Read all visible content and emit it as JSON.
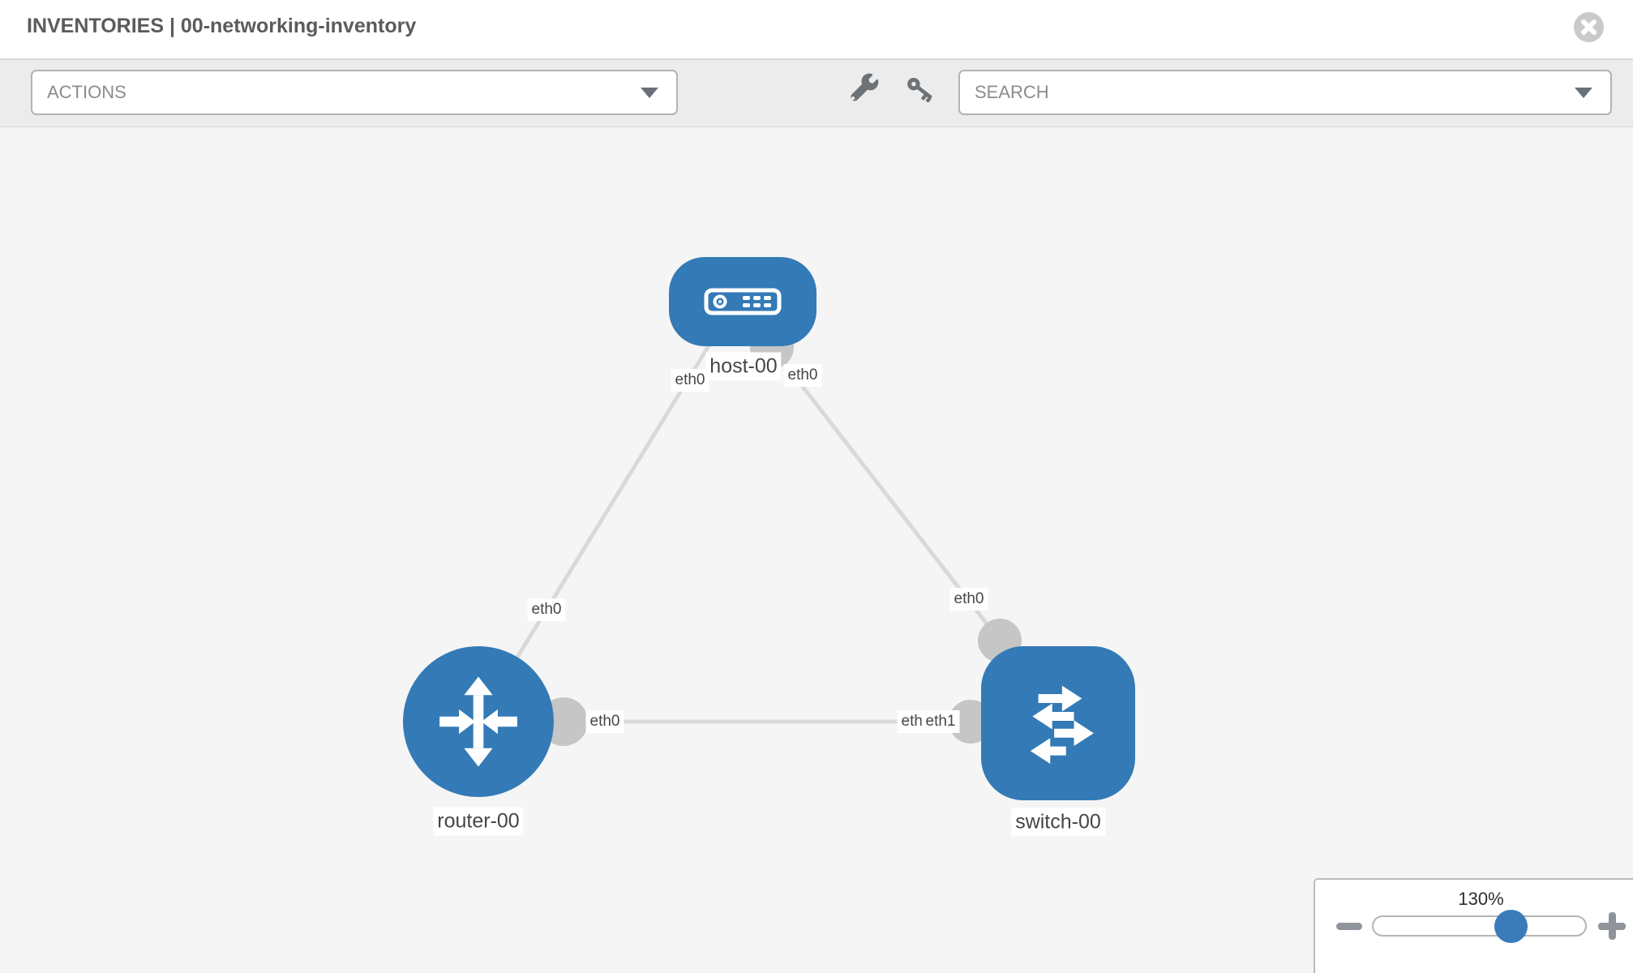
{
  "header": {
    "title": "INVENTORIES | 00-networking-inventory",
    "close_icon": "x-circle"
  },
  "toolbar": {
    "actions_label": "ACTIONS",
    "search_label": "SEARCH",
    "icons": [
      "wrench-icon",
      "key-icon"
    ]
  },
  "colors": {
    "node_blue": "#337ab7",
    "port_gray": "#c6c6c6",
    "link_gray": "#d9d9d9",
    "canvas_bg": "#f5f5f5",
    "toolbar_bg": "#ececec"
  },
  "topology": {
    "nodes": [
      {
        "id": "host-00",
        "type": "host",
        "label": "host-00"
      },
      {
        "id": "router-00",
        "type": "router",
        "label": "router-00"
      },
      {
        "id": "switch-00",
        "type": "switch",
        "label": "switch-00"
      }
    ],
    "links": [
      {
        "from": "host-00",
        "to": "router-00",
        "from_interface": "eth0",
        "to_interface": "eth0"
      },
      {
        "from": "host-00",
        "to": "switch-00",
        "from_interface": "eth0",
        "to_interface": "eth0"
      },
      {
        "from": "router-00",
        "to": "switch-00",
        "from_interface": "eth0",
        "to_interface": "eth1"
      }
    ]
  },
  "zoom": {
    "value_label": "130%",
    "percent": 130
  }
}
